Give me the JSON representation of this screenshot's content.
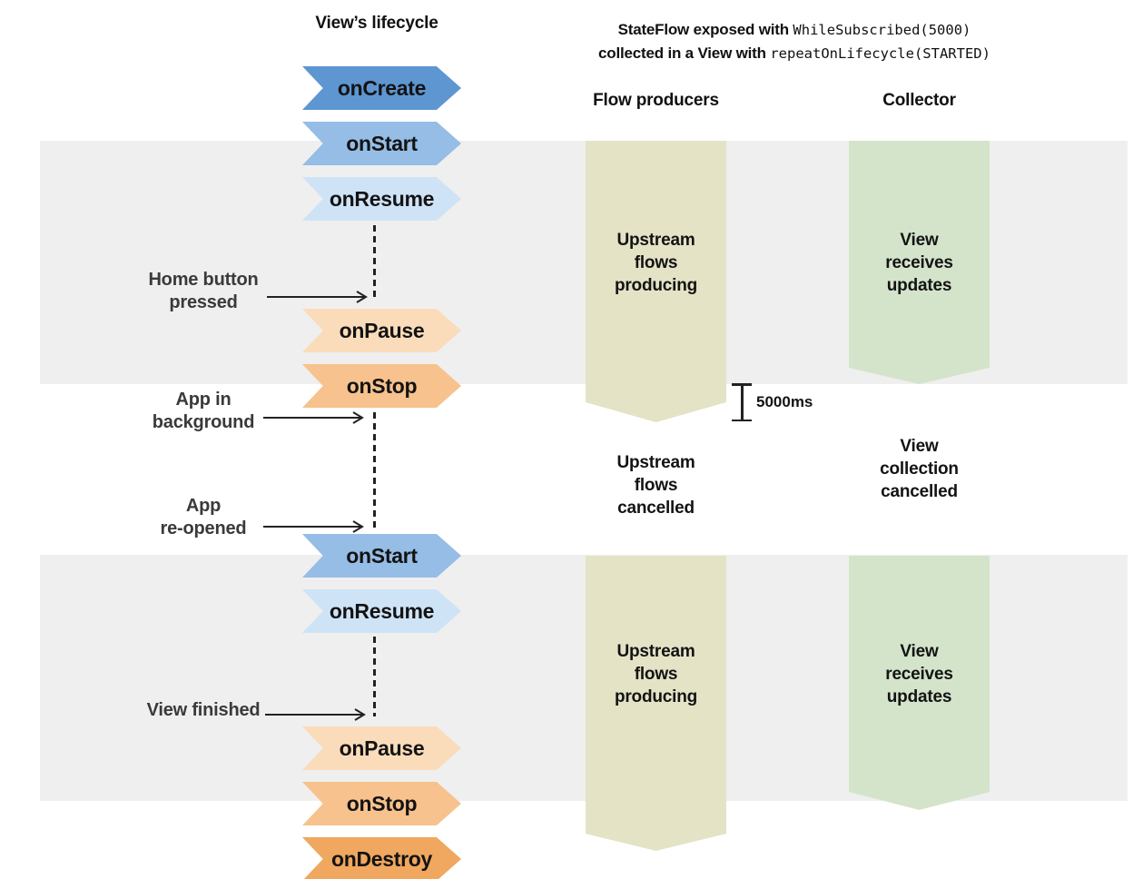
{
  "colors": {
    "phase_band": "#efefef",
    "producer_band": "#e4e3c6",
    "collector_band": "#d4e4cb",
    "blue_dark": "#5e96d2",
    "blue_mid": "#95bde5",
    "blue_light": "#cfe3f6",
    "orange_light": "#fbdcba",
    "orange_mid": "#f7c28d",
    "orange_dark": "#f0a75f"
  },
  "left_column": {
    "title": "View’s lifecycle",
    "chevrons": [
      {
        "label": "onCreate",
        "color": "#5e96d2"
      },
      {
        "label": "onStart",
        "color": "#95bde5"
      },
      {
        "label": "onResume",
        "color": "#cfe3f6"
      },
      {
        "label": "onPause",
        "color": "#fbdcba"
      },
      {
        "label": "onStop",
        "color": "#f7c28d"
      },
      {
        "label": "onStart",
        "color": "#95bde5"
      },
      {
        "label": "onResume",
        "color": "#cfe3f6"
      },
      {
        "label": "onPause",
        "color": "#fbdcba"
      },
      {
        "label": "onStop",
        "color": "#f7c28d"
      },
      {
        "label": "onDestroy",
        "color": "#f0a75f"
      }
    ],
    "events": [
      {
        "label": "Home button\npressed"
      },
      {
        "label": "App in\nbackground"
      },
      {
        "label": "App\nre-opened"
      },
      {
        "label": "View finished"
      }
    ]
  },
  "right_section": {
    "title": {
      "line1_bold": "StateFlow exposed with ",
      "line1_code": "WhileSubscribed(5000)",
      "line2_bold": "collected in a View with ",
      "line2_code": "repeatOnLifecycle(STARTED)"
    },
    "producers_header": "Flow producers",
    "collector_header": "Collector",
    "timeout": "5000ms",
    "producer_states": {
      "producing_1": "Upstream\nflows\nproducing",
      "cancelled": "Upstream\nflows\ncancelled",
      "producing_2": "Upstream\nflows\nproducing"
    },
    "collector_states": {
      "receiving_1": "View\nreceives\nupdates",
      "cancelled": "View\ncollection\ncancelled",
      "receiving_2": "View\nreceives\nupdates"
    }
  }
}
